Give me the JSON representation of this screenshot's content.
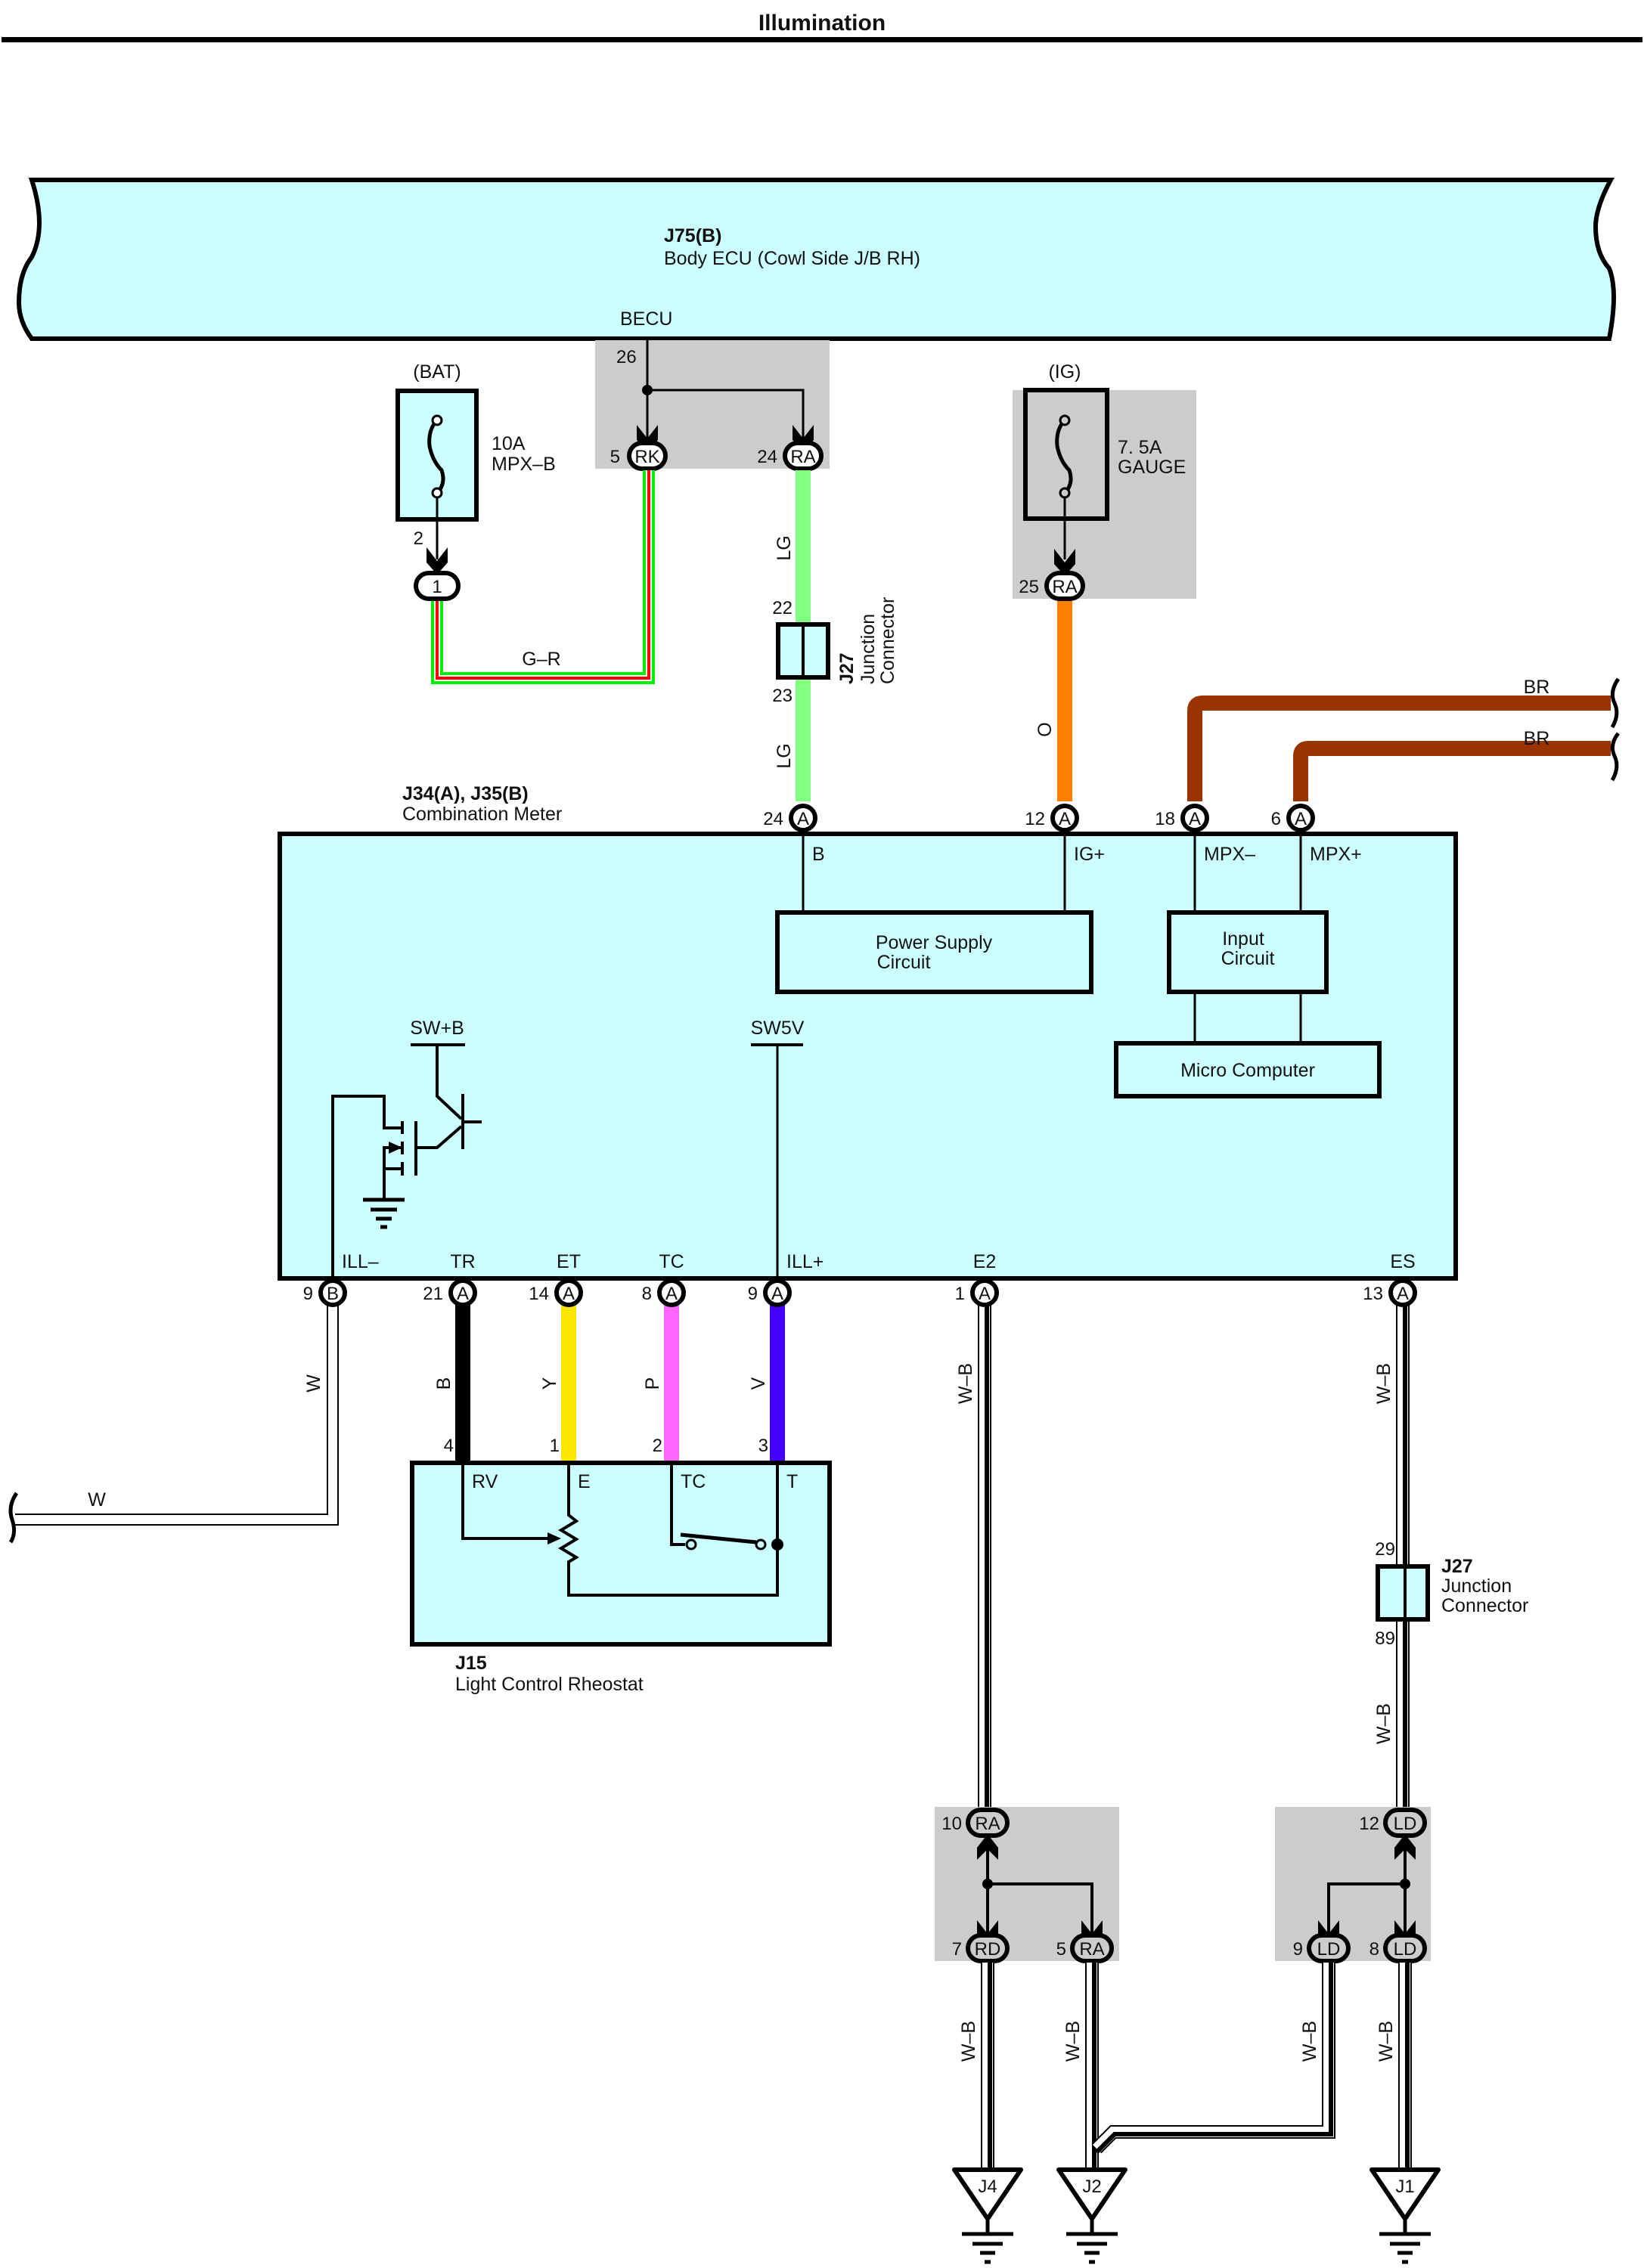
{
  "page": {
    "title": "Illumination"
  },
  "components": {
    "body_ecu": {
      "id": "J75(B)",
      "name": "Body ECU (Cowl Side J/B RH)",
      "terminal": "BECU",
      "pin": "26"
    },
    "fuse_bat": {
      "source": "(BAT)",
      "rating": "10A",
      "name": "MPX–B",
      "out_pin": "2",
      "connector": "1"
    },
    "fuse_ig": {
      "source": "(IG)",
      "rating": "7. 5A",
      "name": "GAUGE",
      "pin": "25",
      "connector": "RA"
    },
    "becu_branches": [
      {
        "pin": "5",
        "connector": "RK"
      },
      {
        "pin": "24",
        "connector": "RA"
      }
    ],
    "junction_upper": {
      "id": "J27",
      "name_line1": "Junction",
      "name_line2": "Connector",
      "pin_in": "22",
      "pin_out": "23"
    },
    "junction_lower": {
      "id": "J27",
      "name_line1": "Junction",
      "name_line2": "Connector",
      "pin_in": "29",
      "pin_out": "89"
    },
    "combination_meter": {
      "id": "J34(A), J35(B)",
      "name": "Combination Meter",
      "top_pins": [
        {
          "num": "24",
          "conn": "A",
          "term": "B"
        },
        {
          "num": "12",
          "conn": "A",
          "term": "IG+"
        },
        {
          "num": "18",
          "conn": "A",
          "term": "MPX–"
        },
        {
          "num": "6",
          "conn": "A",
          "term": "MPX+"
        }
      ],
      "bottom_pins": [
        {
          "num": "9",
          "conn": "B",
          "term": "ILL–"
        },
        {
          "num": "21",
          "conn": "A",
          "term": "TR"
        },
        {
          "num": "14",
          "conn": "A",
          "term": "ET"
        },
        {
          "num": "8",
          "conn": "A",
          "term": "TC"
        },
        {
          "num": "9",
          "conn": "A",
          "term": "ILL+"
        },
        {
          "num": "1",
          "conn": "A",
          "term": "E2"
        },
        {
          "num": "13",
          "conn": "A",
          "term": "ES"
        }
      ],
      "blocks": {
        "power_supply_line1": "Power Supply",
        "power_supply_line2": "Circuit",
        "input_line1": "Input",
        "input_line2": "Circuit",
        "micro": "Micro Computer"
      },
      "internal_labels": {
        "swb": "SW+B",
        "sw5v": "SW5V"
      }
    },
    "rheostat": {
      "id": "J15",
      "name": "Light Control Rheostat",
      "pins": [
        {
          "num": "4",
          "term": "RV"
        },
        {
          "num": "1",
          "term": "E"
        },
        {
          "num": "2",
          "term": "TC"
        },
        {
          "num": "3",
          "term": "T"
        }
      ]
    },
    "ground_junction_left": {
      "top": {
        "pin": "10",
        "connector": "RA"
      },
      "outs": [
        {
          "pin": "7",
          "connector": "RD"
        },
        {
          "pin": "5",
          "connector": "RA"
        }
      ]
    },
    "ground_junction_right": {
      "top": {
        "pin": "12",
        "connector": "LD"
      },
      "outs": [
        {
          "pin": "9",
          "connector": "LD"
        },
        {
          "pin": "8",
          "connector": "LD"
        }
      ]
    },
    "grounds": [
      "J4",
      "J2",
      "J1"
    ]
  },
  "wires": {
    "g_r": "G–R",
    "lg": "LG",
    "o": "O",
    "br": "BR",
    "w": "W",
    "b": "B",
    "y": "Y",
    "p": "P",
    "v": "V",
    "w_b": "W–B"
  },
  "colors": {
    "component_fill": "#ccffff",
    "splice_shade": "#cccccc",
    "green": "#00ee00",
    "red": "#ff0000",
    "light_green": "#80ff80",
    "orange": "#ff8000",
    "brown": "#993300",
    "yellow": "#ffe600",
    "pink": "#ff66ff",
    "violet": "#4400ff",
    "black": "#000000"
  }
}
